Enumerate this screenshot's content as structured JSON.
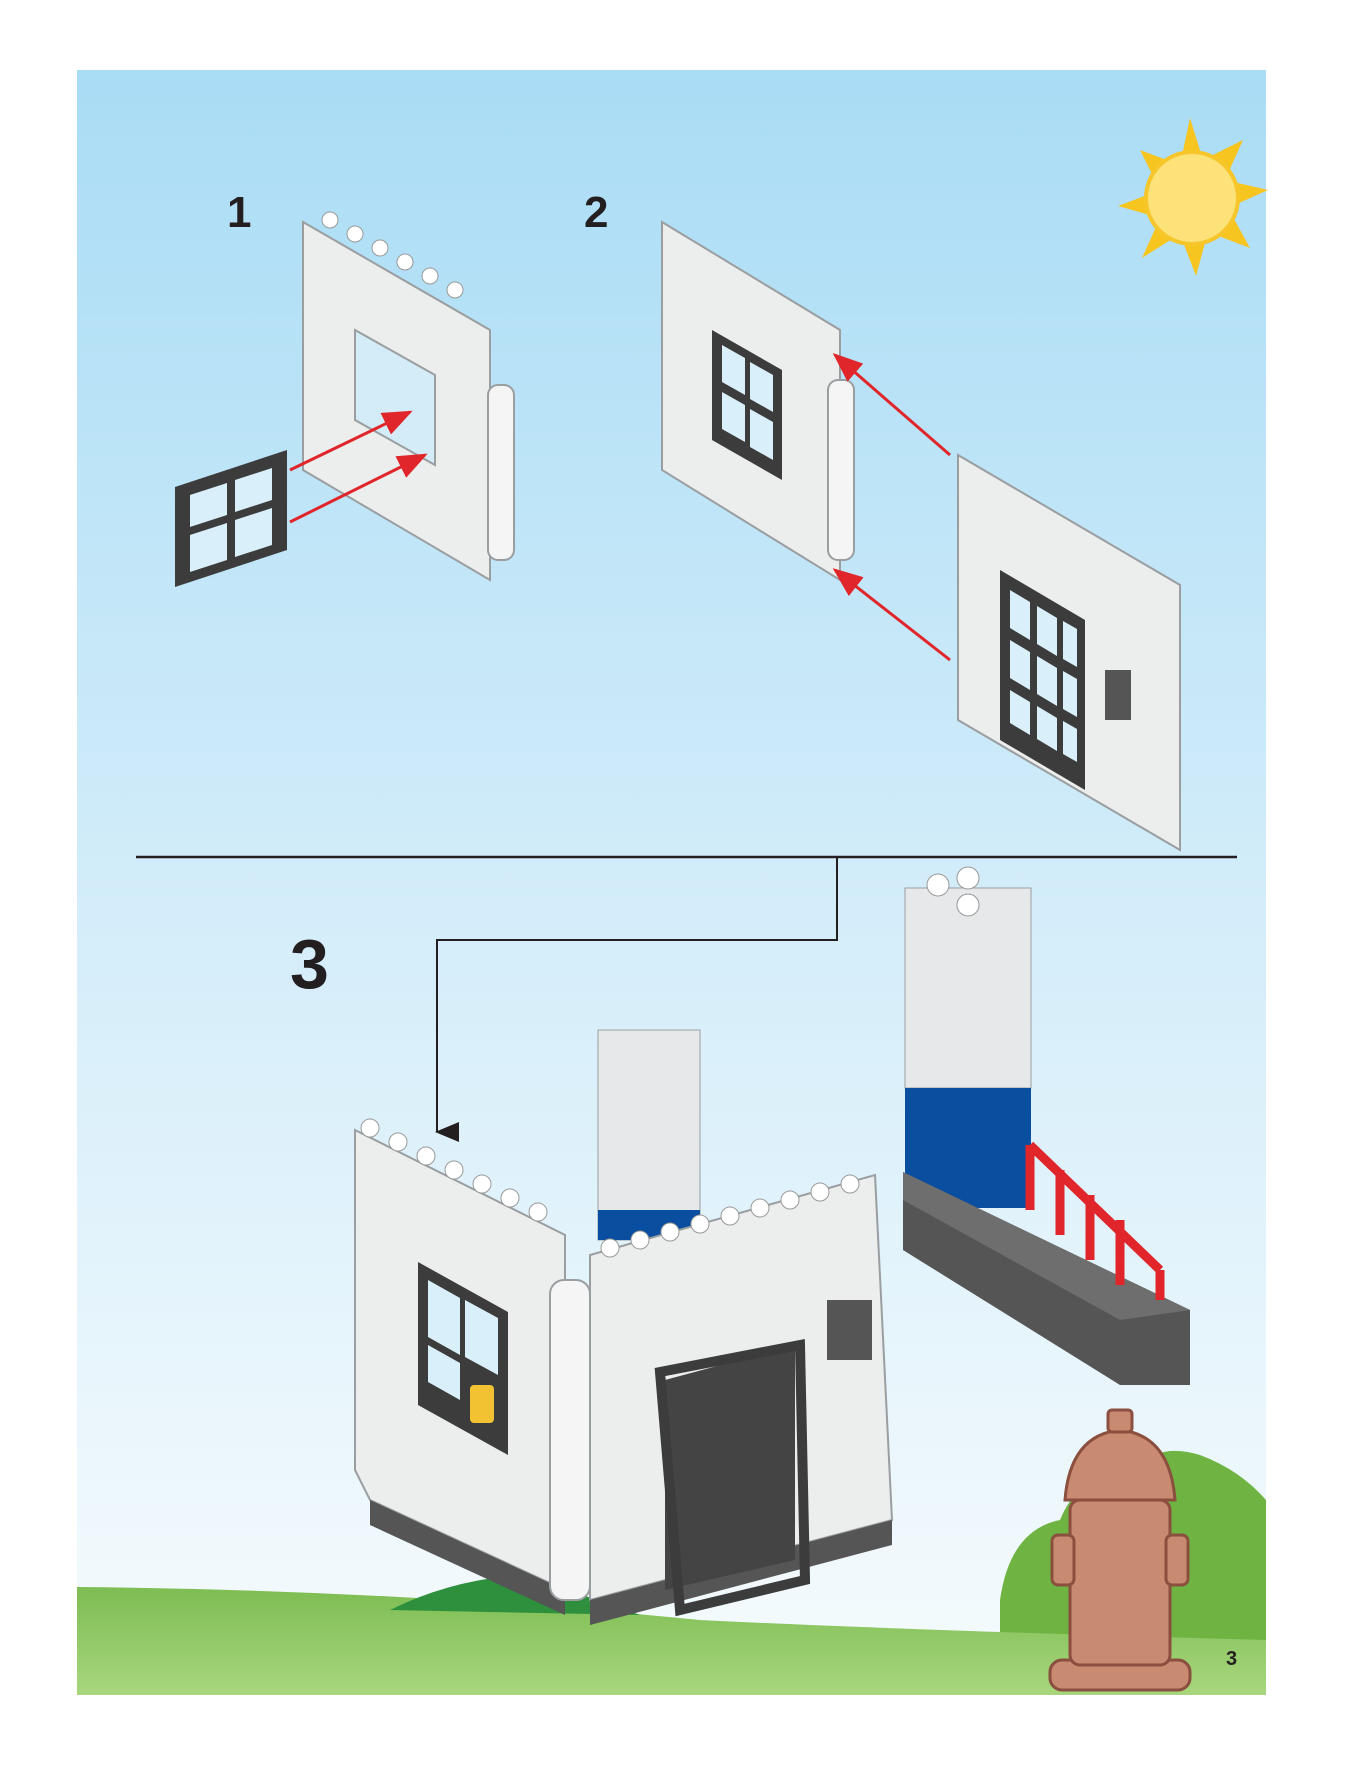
{
  "steps": [
    {
      "number": "1"
    },
    {
      "number": "2"
    },
    {
      "number": "3"
    }
  ],
  "page_number": "3",
  "colors": {
    "sky_top": "#a9dcf5",
    "sky_bottom": "#f4fafd",
    "grass": "#8cc866",
    "arrow": "#e0262b",
    "window_frame": "#3c3c3c",
    "brick_blue": "#0a4ea0",
    "hydrant": "#c98a72"
  }
}
